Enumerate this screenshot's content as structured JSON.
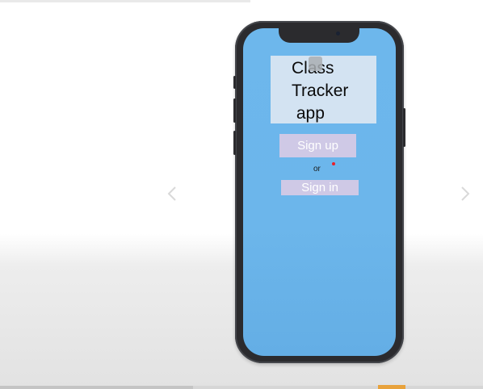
{
  "slideshow": {
    "prev_icon": "chevron-left-icon",
    "next_icon": "chevron-right-icon",
    "progress": 0.4
  },
  "app": {
    "title": "Class\nTracker\n app",
    "signup_label": "Sign up",
    "or_label": "or",
    "signin_label": "Sign in"
  },
  "colors": {
    "screen_bg": "#6db7ec",
    "title_card_bg": "#d3e3f2",
    "button_bg": "#cfc9e6",
    "phone_frame": "#2b2b2e",
    "pointer_dot": "#e8202a",
    "progress_marker": "#e8a23c"
  }
}
